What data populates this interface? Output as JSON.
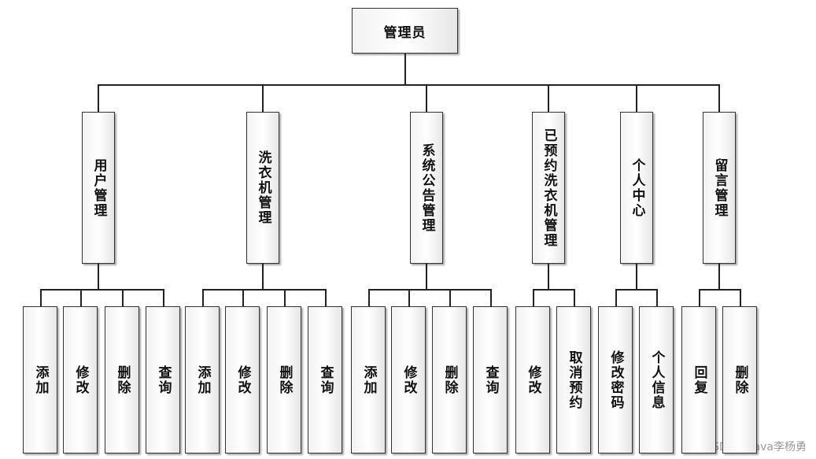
{
  "root": {
    "label": "管理员"
  },
  "modules": [
    {
      "label": "用户管理",
      "children": [
        "添加",
        "修改",
        "删除",
        "查询"
      ]
    },
    {
      "label": "洗衣机管理",
      "children": [
        "添加",
        "修改",
        "删除",
        "查询"
      ]
    },
    {
      "label": "系统公告管理",
      "children": [
        "添加",
        "修改",
        "删除",
        "查询"
      ]
    },
    {
      "label": "已预约洗衣机管理",
      "children": [
        "修改",
        "取消预约"
      ]
    },
    {
      "label": "个人中心",
      "children": [
        "修改密码",
        "个人信息"
      ]
    },
    {
      "label": "留言管理",
      "children": [
        "回复",
        "删除"
      ]
    }
  ],
  "watermark": "CSDN @java李杨勇"
}
